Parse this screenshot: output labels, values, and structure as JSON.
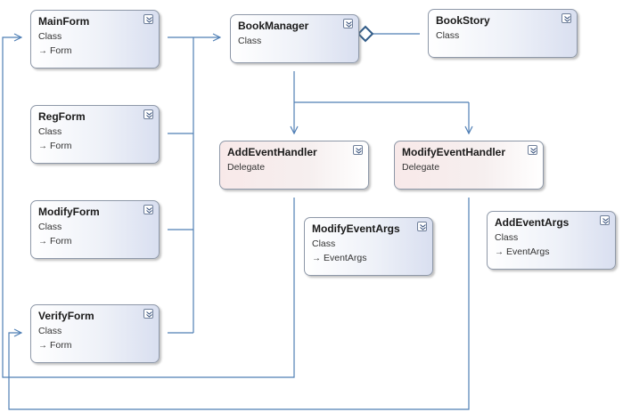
{
  "colors": {
    "connector": "#4f7fb5",
    "aggregation": "#2f5a87"
  },
  "shapes": [
    {
      "id": "mainform",
      "name": "MainForm",
      "kind": "Class",
      "base": "Form",
      "style": "class"
    },
    {
      "id": "regform",
      "name": "RegForm",
      "kind": "Class",
      "base": "Form",
      "style": "class"
    },
    {
      "id": "modifyform",
      "name": "ModifyForm",
      "kind": "Class",
      "base": "Form",
      "style": "class"
    },
    {
      "id": "verifyform",
      "name": "VerifyForm",
      "kind": "Class",
      "base": "Form",
      "style": "class"
    },
    {
      "id": "bookmanager",
      "name": "BookManager",
      "kind": "Class",
      "base": "",
      "style": "class"
    },
    {
      "id": "bookstory",
      "name": "BookStory",
      "kind": "Class",
      "base": "",
      "style": "class"
    },
    {
      "id": "addeventhandler",
      "name": "AddEventHandler",
      "kind": "Delegate",
      "base": "",
      "style": "delegate"
    },
    {
      "id": "modifyeventhandler",
      "name": "ModifyEventHandler",
      "kind": "Delegate",
      "base": "",
      "style": "delegate"
    },
    {
      "id": "modifyeventargs",
      "name": "ModifyEventArgs",
      "kind": "Class",
      "base": "EventArgs",
      "style": "class"
    },
    {
      "id": "addeventargs",
      "name": "AddEventArgs",
      "kind": "Class",
      "base": "EventArgs",
      "style": "class"
    }
  ]
}
